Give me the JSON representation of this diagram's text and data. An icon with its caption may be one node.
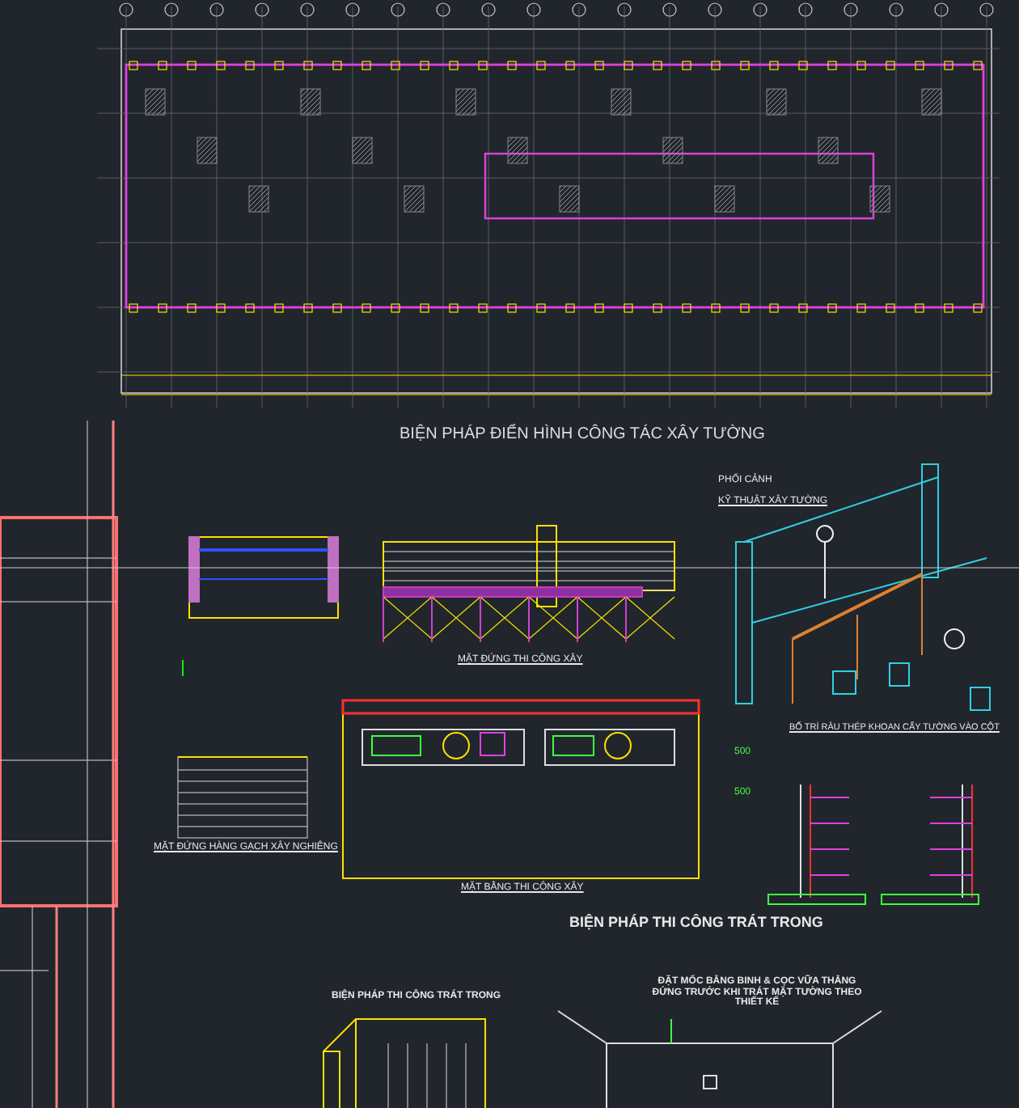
{
  "diagram": {
    "title": "BIỆN PHÁP ĐIỂN HÌNH CÔNG TÁC XÂY TƯỜNG",
    "labels": [
      "PHỐI CẢNH",
      "KỸ THUẬT XÂY TƯỜNG",
      "MẶT ĐỨNG THI CÔNG XÂY",
      "BỐ TRÍ RÂU THÉP KHOAN CẤY TƯỜNG VÀO CỘT",
      "500",
      "500",
      "MẶT ĐỨNG HÀNG GẠCH XÂY NGHIÊNG",
      "MẶT BẰNG THI CÔNG XÂY",
      "BIỆN PHÁP THI CÔNG TRÁT TRONG",
      "ĐẶT MỐC BẰNG BINH & CỌC VỮA THẲNG ĐỨNG TRƯỚC KHI TRÁT MẶT TƯỜNG THEO THIẾT KẾ",
      "BIỆN PHÁP THI CÔNG TRÁT TRONG"
    ]
  }
}
